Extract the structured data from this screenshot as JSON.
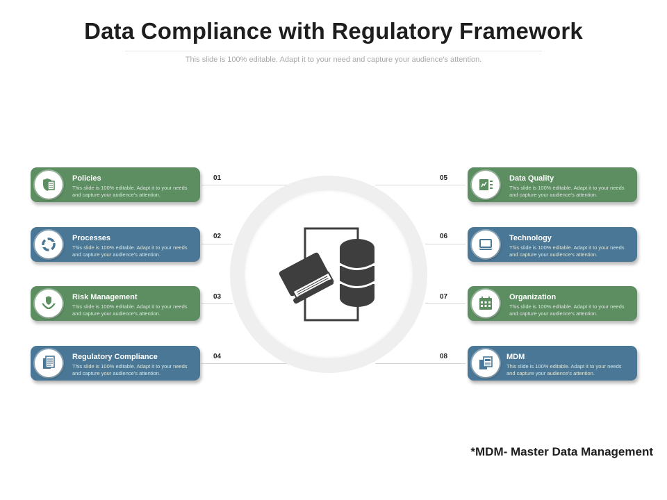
{
  "title": "Data Compliance with Regulatory Framework",
  "subtitle": "This slide is 100% editable. Adapt it to your need and capture your audience's attention.",
  "items": [
    {
      "num": "01",
      "title": "Policies",
      "desc": "This slide is 100% editable. Adapt it to your needs and capture your audience's attention.",
      "icon": "shield-document-icon",
      "color": "#5c8e62"
    },
    {
      "num": "02",
      "title": "Processes",
      "desc": "This slide is 100% editable. Adapt it to your needs and capture your audience's attention.",
      "icon": "cycle-icon",
      "color": "#4a7796"
    },
    {
      "num": "03",
      "title": "Risk Management",
      "desc": "This slide is 100% editable. Adapt it to your needs and capture your audience's attention.",
      "icon": "hand-shield-icon",
      "color": "#5c8e62"
    },
    {
      "num": "04",
      "title": "Regulatory Compliance",
      "desc": "This slide is 100% editable. Adapt it to your needs and capture your audience's attention.",
      "icon": "documents-icon",
      "color": "#4a7796"
    },
    {
      "num": "05",
      "title": "Data Quality",
      "desc": "This slide is 100% editable. Adapt it to your needs and capture your audience's attention.",
      "icon": "data-quality-icon",
      "color": "#5c8e62"
    },
    {
      "num": "06",
      "title": "Technology",
      "desc": "This slide is 100% editable. Adapt it to your needs and capture your audience's attention.",
      "icon": "laptop-icon",
      "color": "#4a7796"
    },
    {
      "num": "07",
      "title": "Organization",
      "desc": "This slide is 100% editable. Adapt it to your needs and capture your audience's attention.",
      "icon": "calendar-grid-icon",
      "color": "#5c8e62"
    },
    {
      "num": "08",
      "title": "MDM",
      "desc": "This slide is 100% editable. Adapt it to your needs and capture your audience's attention.",
      "icon": "files-stack-icon",
      "color": "#4a7796"
    }
  ],
  "center_icon": "book-database-icon",
  "footnote": "*MDM- Master Data Management"
}
